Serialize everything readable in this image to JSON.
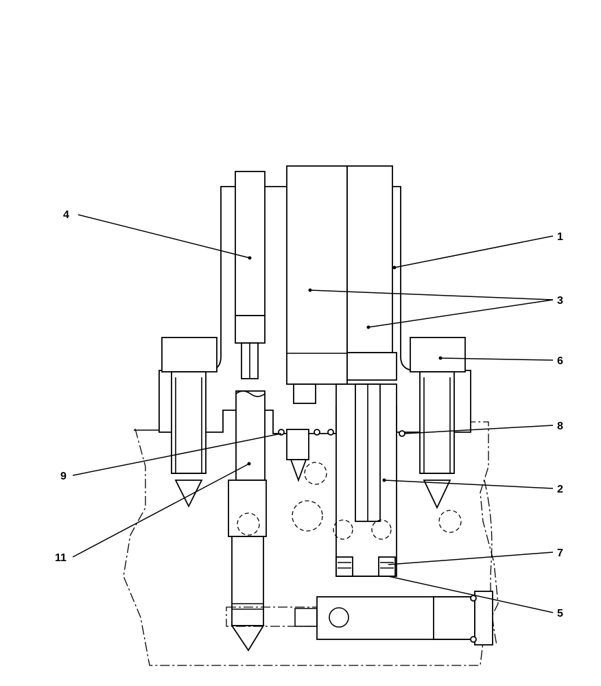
{
  "figure": {
    "callouts": [
      {
        "id": "c4",
        "text": "4"
      },
      {
        "id": "c1",
        "text": "1"
      },
      {
        "id": "c3",
        "text": "3"
      },
      {
        "id": "c6",
        "text": "6"
      },
      {
        "id": "c8",
        "text": "8"
      },
      {
        "id": "c9",
        "text": "9"
      },
      {
        "id": "c2",
        "text": "2"
      },
      {
        "id": "c11",
        "text": "11"
      },
      {
        "id": "c7",
        "text": "7"
      },
      {
        "id": "c5",
        "text": "5"
      }
    ]
  }
}
